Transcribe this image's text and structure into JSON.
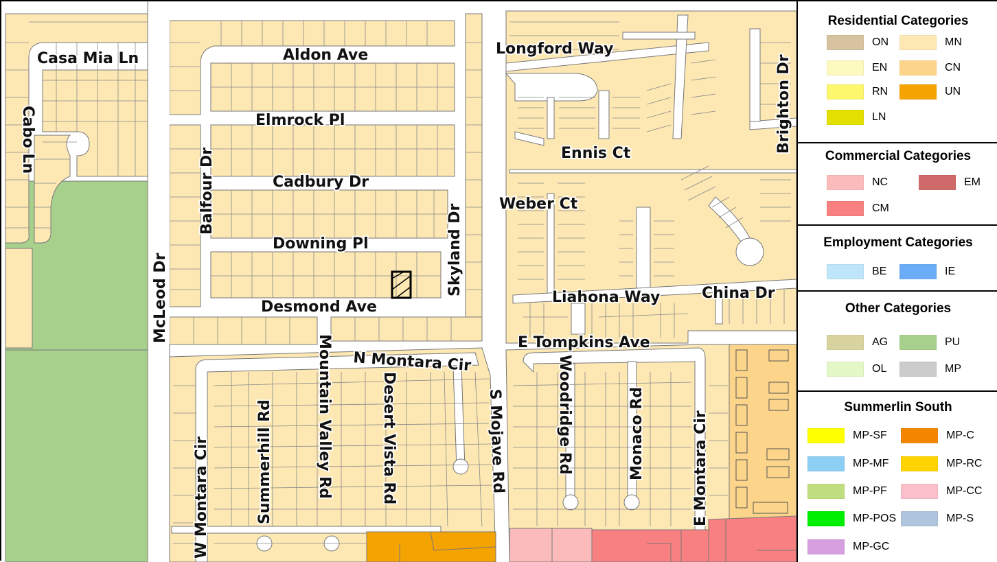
{
  "streets": {
    "casa_mia": "Casa Mia Ln",
    "cabo": "Cabo Ln",
    "aldon": "Aldon Ave",
    "elmrock": "Elmrock Pl",
    "cadbury": "Cadbury Dr",
    "downing": "Downing Pl",
    "desmond": "Desmond Ave",
    "balfour": "Balfour Dr",
    "mcleod": "McLeod Dr",
    "skyland": "Skyland Dr",
    "longford": "Longford Way",
    "brighton": "Brighton Dr",
    "ennis": "Ennis Ct",
    "weber": "Weber Ct",
    "liahona": "Liahona Way",
    "china": "China Dr",
    "e_tompkins": "E Tompkins Ave",
    "n_montara": "N Montara Cir",
    "w_montara": "W Montara Cir",
    "summerhill": "Summerhill Rd",
    "mountain_valley": "Mountain Valley Rd",
    "desert_vista": "Desert Vista Rd",
    "s_mojave": "S Mojave Rd",
    "woodridge": "Woodridge Rd",
    "monaco": "Monaco Rd",
    "e_montara": "E Montara Cir"
  },
  "colors": {
    "residential_mn": "#FDE8B4",
    "residential_cn": "#FCD58A",
    "public_pu": "#A8D08D",
    "commercial_cm": "#F98080",
    "commercial_nc": "#FBBBBB",
    "un": "#F5A300",
    "road": "#FFFFFF",
    "parcel_line": "#777777"
  },
  "legend": {
    "residential": {
      "title": "Residential Categories",
      "items": [
        {
          "code": "ON",
          "color": "#D7C3A0"
        },
        {
          "code": "MN",
          "color": "#FDE8B4"
        },
        {
          "code": "EN",
          "color": "#FDFAC0"
        },
        {
          "code": "CN",
          "color": "#FCD58A"
        },
        {
          "code": "RN",
          "color": "#FDF76D"
        },
        {
          "code": "UN",
          "color": "#F5A300"
        },
        {
          "code": "LN",
          "color": "#E3E000"
        }
      ]
    },
    "commercial": {
      "title": "Commercial Categories",
      "items": [
        {
          "code": "NC",
          "color": "#FBBBBB"
        },
        {
          "code": "EM",
          "color": "#D06A6A"
        },
        {
          "code": "CM",
          "color": "#F98080"
        }
      ]
    },
    "employment": {
      "title": "Employment Categories",
      "items": [
        {
          "code": "BE",
          "color": "#BFE5FA"
        },
        {
          "code": "IE",
          "color": "#6AACF5"
        }
      ]
    },
    "other": {
      "title": "Other Categories",
      "items": [
        {
          "code": "AG",
          "color": "#D9D3A0"
        },
        {
          "code": "PU",
          "color": "#A8D08D"
        },
        {
          "code": "OL",
          "color": "#E3F8C6"
        },
        {
          "code": "MP",
          "color": "#CCCCCC"
        }
      ]
    },
    "summerlin": {
      "title": "Summerlin South",
      "items": [
        {
          "code": "MP-SF",
          "color": "#FFFF00"
        },
        {
          "code": "MP-C",
          "color": "#F58700"
        },
        {
          "code": "MP-MF",
          "color": "#8DCEF5"
        },
        {
          "code": "MP-RC",
          "color": "#FFD300"
        },
        {
          "code": "MP-PF",
          "color": "#C0DE7F"
        },
        {
          "code": "MP-CC",
          "color": "#FBBFC9"
        },
        {
          "code": "MP-POS",
          "color": "#00EE00"
        },
        {
          "code": "MP-S",
          "color": "#AFC4DD"
        },
        {
          "code": "MP-GC",
          "color": "#D6A0E0"
        }
      ]
    }
  }
}
